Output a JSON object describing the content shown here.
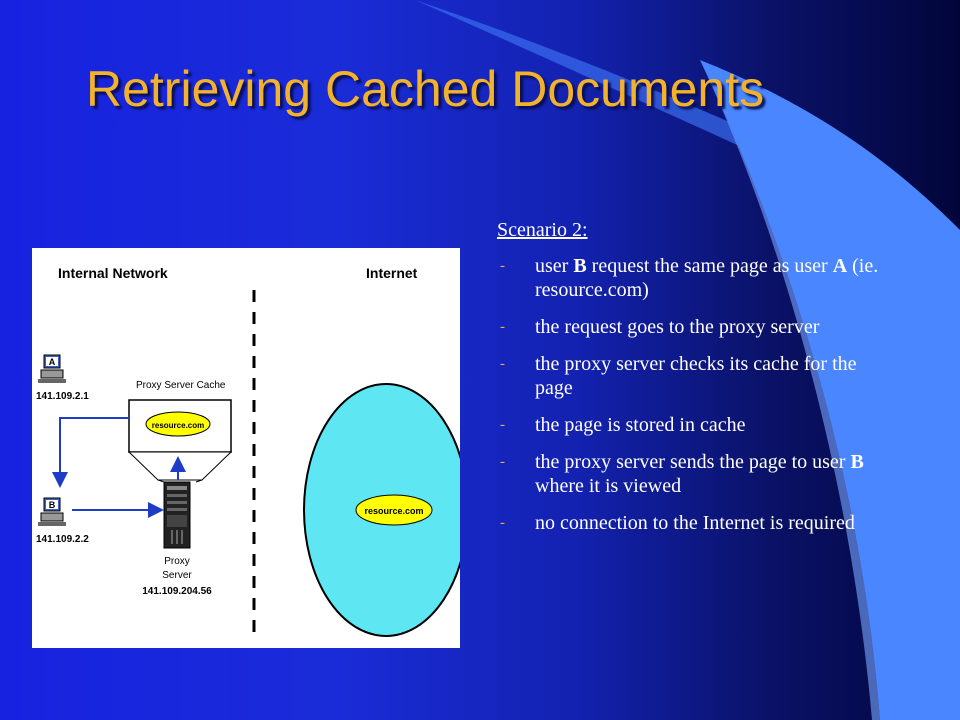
{
  "slide": {
    "title": "Retrieving Cached Documents",
    "colors": {
      "title": "#f3b22c",
      "background": "#1a2cd8",
      "swoosh": "#4a86ff",
      "internet_cloud": "#5ee6f2",
      "cache_label": "#ffff00"
    }
  },
  "diagram": {
    "internal_network_label": "Internal Network",
    "internet_label": "Internet",
    "cache_label": "Proxy Server Cache",
    "cache_resource": "resource.com",
    "internet_resource": "resource.com",
    "client_a": {
      "letter": "A",
      "ip": "141.109.2.1"
    },
    "client_b": {
      "letter": "B",
      "ip": "141.109.2.2"
    },
    "proxy_line1": "Proxy",
    "proxy_line2": "Server",
    "proxy_ip": "141.109.204.56",
    "icons": [
      "computer-a-icon",
      "computer-b-icon",
      "server-tower-icon",
      "arrow-icon"
    ]
  },
  "notes": {
    "heading": "Scenario 2",
    "heading_suffix": ":",
    "bullet_marker": "-",
    "bullets": [
      {
        "pre": "user ",
        "bold": "B",
        "post": " request the same page as user ",
        "bold2": "A",
        "post2": " (ie. resource.com)"
      },
      {
        "pre": " the request goes to the proxy server",
        "bold": "",
        "post": ""
      },
      {
        "pre": " the proxy server checks its cache for the page",
        "bold": "",
        "post": ""
      },
      {
        "pre": " the page is stored in cache",
        "bold": "",
        "post": ""
      },
      {
        "pre": " the proxy server sends the page to user ",
        "bold": "B",
        "post": " where it is viewed"
      },
      {
        "pre": " no connection to the Internet is required",
        "bold": "",
        "post": ""
      }
    ]
  }
}
